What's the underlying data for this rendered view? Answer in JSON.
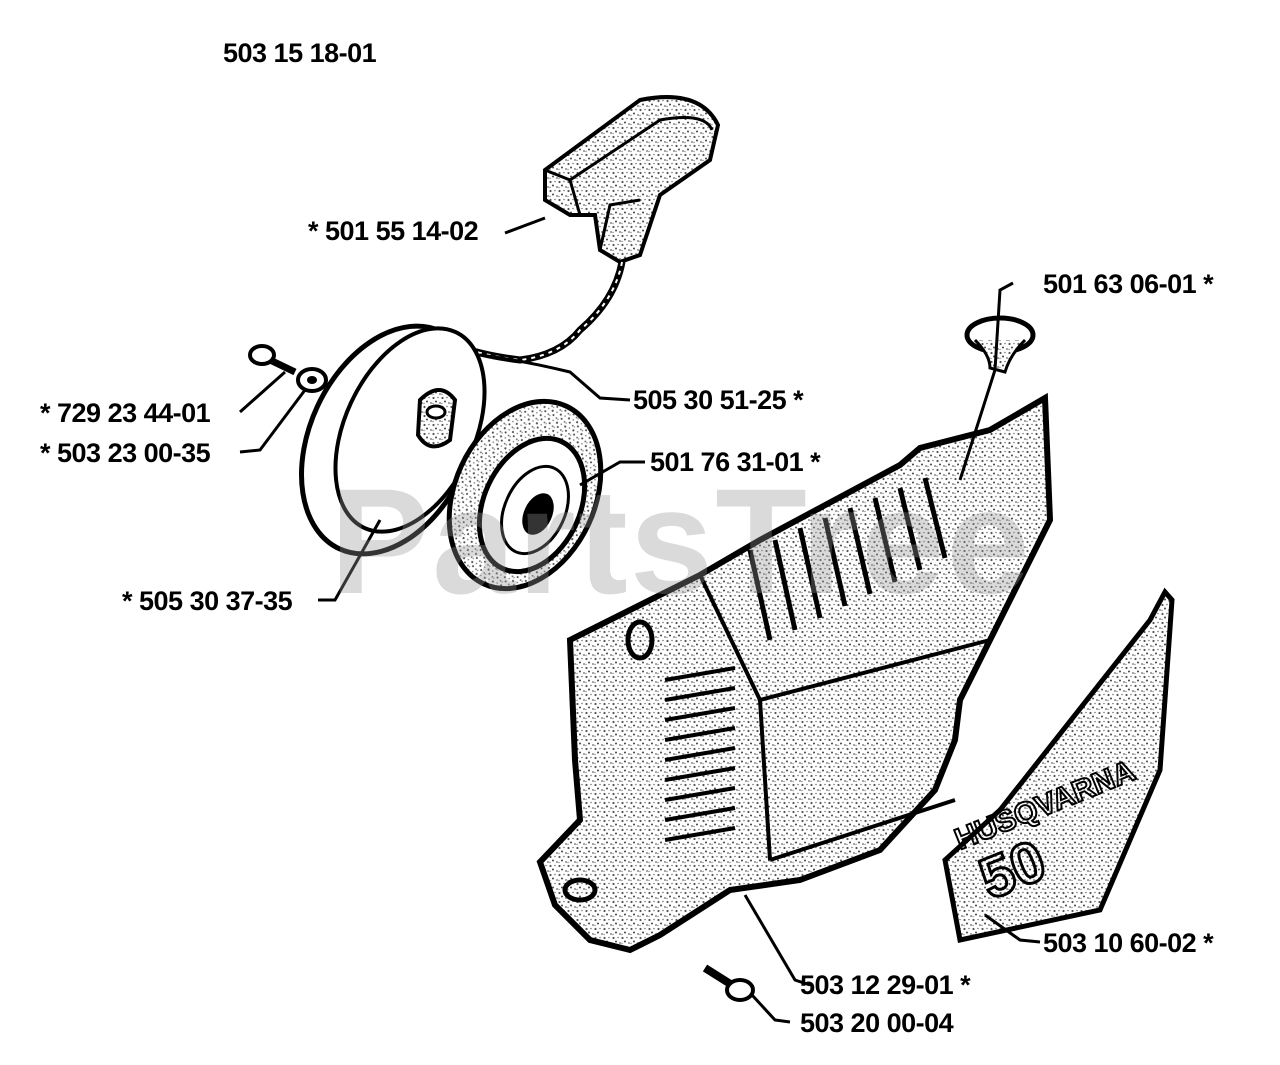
{
  "assembly_number": "503 15 18-01",
  "watermark": "PartsTree",
  "brand_plate": {
    "brand": "HUSQVARNA",
    "model": "50"
  },
  "colors": {
    "ink": "#000000",
    "speckle": "#9a9a9a",
    "paper": "#ffffff",
    "watermark": "#999999"
  },
  "parts": [
    {
      "id": "handle",
      "number": "501 55 14-02",
      "asterisk": "leading"
    },
    {
      "id": "plug",
      "number": "501 63 06-01",
      "asterisk": "trailing"
    },
    {
      "id": "screw",
      "number": "729 23 44-01",
      "asterisk": "leading"
    },
    {
      "id": "washer",
      "number": "503 23 00-35",
      "asterisk": "leading"
    },
    {
      "id": "rope",
      "number": "505 30 51-25",
      "asterisk": "trailing"
    },
    {
      "id": "spring",
      "number": "501 76 31-01",
      "asterisk": "trailing"
    },
    {
      "id": "pulley",
      "number": "505 30 37-35",
      "asterisk": "leading"
    },
    {
      "id": "cover",
      "number": "503 12 29-01",
      "asterisk": "trailing"
    },
    {
      "id": "cover-screw",
      "number": "503 20 00-04",
      "asterisk": "none"
    },
    {
      "id": "plate",
      "number": "503 10 60-02",
      "asterisk": "trailing"
    }
  ]
}
